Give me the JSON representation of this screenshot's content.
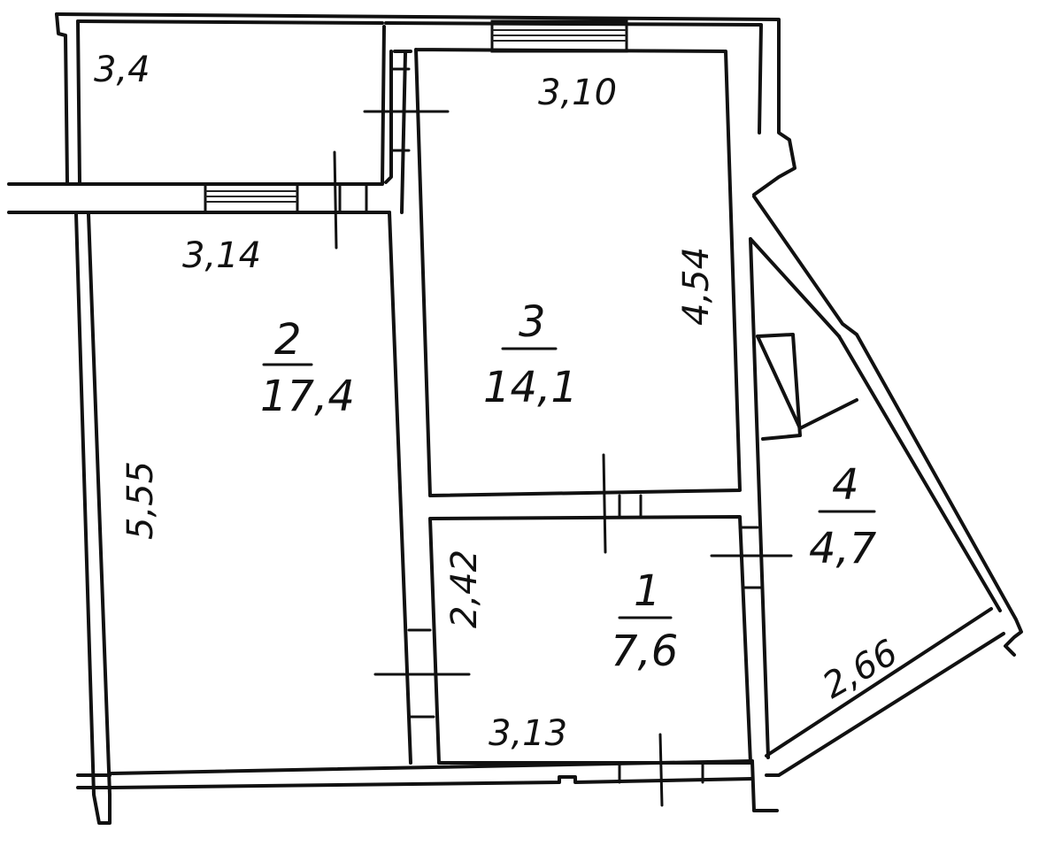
{
  "rooms": [
    {
      "number": "1",
      "area": "7,6"
    },
    {
      "number": "2",
      "area": "17,4"
    },
    {
      "number": "3",
      "area": "14,1"
    },
    {
      "number": "4",
      "area": "4,7"
    }
  ],
  "dimensions": {
    "top_left_room_width": "3,4",
    "room3_width": "3,10",
    "room3_length": "4,54",
    "room2_width": "3,14",
    "room2_length": "5,55",
    "room1_depth": "2,42",
    "room1_width": "3,13",
    "room4_side": "2,66"
  }
}
